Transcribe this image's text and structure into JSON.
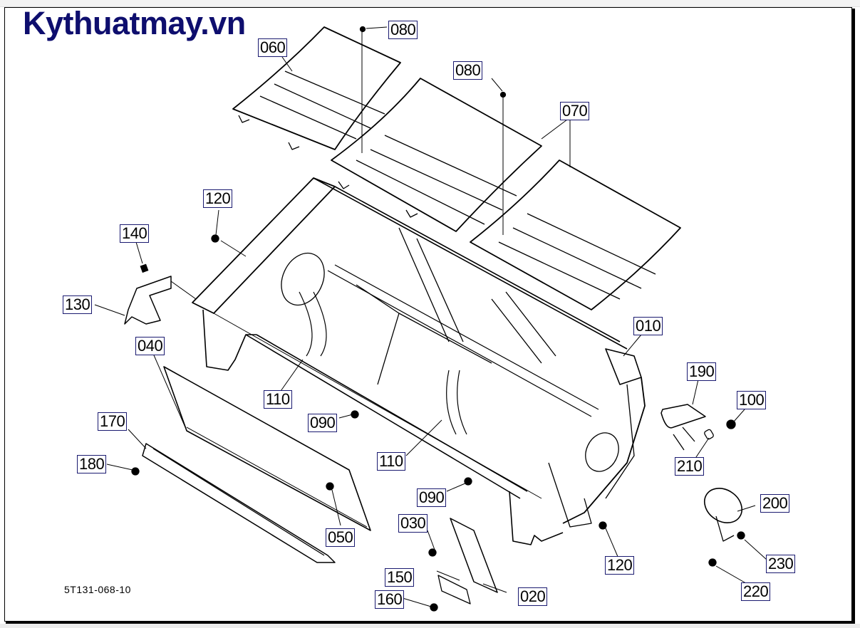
{
  "brand": {
    "text": "Kythuatmay.vn",
    "color": "#0e0e6e"
  },
  "diagram": {
    "drawing_id": "5T131-068-10",
    "labels": [
      {
        "id": "080a",
        "text": "080"
      },
      {
        "id": "060",
        "text": "060"
      },
      {
        "id": "080b",
        "text": "080"
      },
      {
        "id": "070",
        "text": "070"
      },
      {
        "id": "120a",
        "text": "120"
      },
      {
        "id": "140",
        "text": "140"
      },
      {
        "id": "130",
        "text": "130"
      },
      {
        "id": "010",
        "text": "010"
      },
      {
        "id": "040",
        "text": "040"
      },
      {
        "id": "190",
        "text": "190"
      },
      {
        "id": "110a",
        "text": "110"
      },
      {
        "id": "100",
        "text": "100"
      },
      {
        "id": "090a",
        "text": "090"
      },
      {
        "id": "170",
        "text": "170"
      },
      {
        "id": "210",
        "text": "210"
      },
      {
        "id": "110b",
        "text": "110"
      },
      {
        "id": "180",
        "text": "180"
      },
      {
        "id": "090b",
        "text": "090"
      },
      {
        "id": "200",
        "text": "200"
      },
      {
        "id": "030",
        "text": "030"
      },
      {
        "id": "050",
        "text": "050"
      },
      {
        "id": "230",
        "text": "230"
      },
      {
        "id": "120b",
        "text": "120"
      },
      {
        "id": "150",
        "text": "150"
      },
      {
        "id": "220",
        "text": "220"
      },
      {
        "id": "020",
        "text": "020"
      },
      {
        "id": "160",
        "text": "160"
      }
    ]
  }
}
